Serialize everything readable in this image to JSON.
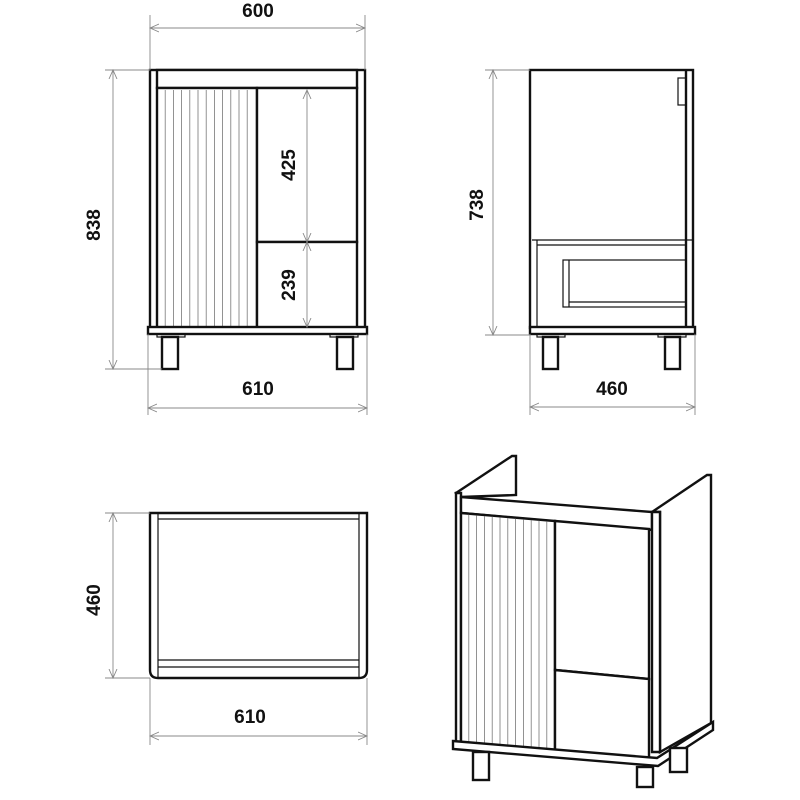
{
  "views": {
    "front": {
      "width_top": "600",
      "height_total": "838",
      "drawer_upper": "425",
      "drawer_lower": "239",
      "width_bottom": "610"
    },
    "side": {
      "height": "738",
      "depth": "460"
    },
    "top": {
      "depth": "460",
      "width": "610"
    }
  },
  "colors": {
    "line": "#111111",
    "dimension": "#888888"
  }
}
